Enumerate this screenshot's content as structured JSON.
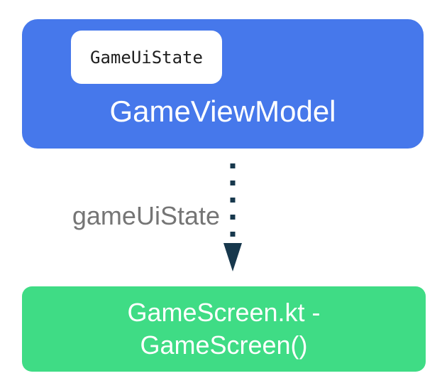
{
  "diagram": {
    "viewmodel_box": {
      "state_chip_label": "GameUiState",
      "label": "GameViewModel"
    },
    "flow": {
      "label": "gameUiState"
    },
    "screen_box": {
      "label": "GameScreen.kt -\nGameScreen()"
    },
    "colors": {
      "viewmodel_box_blue": "#4678EB",
      "screen_box_green": "#3FDC85",
      "arrow_navy": "#17384D",
      "flow_label_gray": "#757575",
      "chip_background": "#FFFFFF",
      "chip_text": "#1F1F1F",
      "box_text": "#FFFFFF",
      "background": "#FFFFFF"
    }
  }
}
